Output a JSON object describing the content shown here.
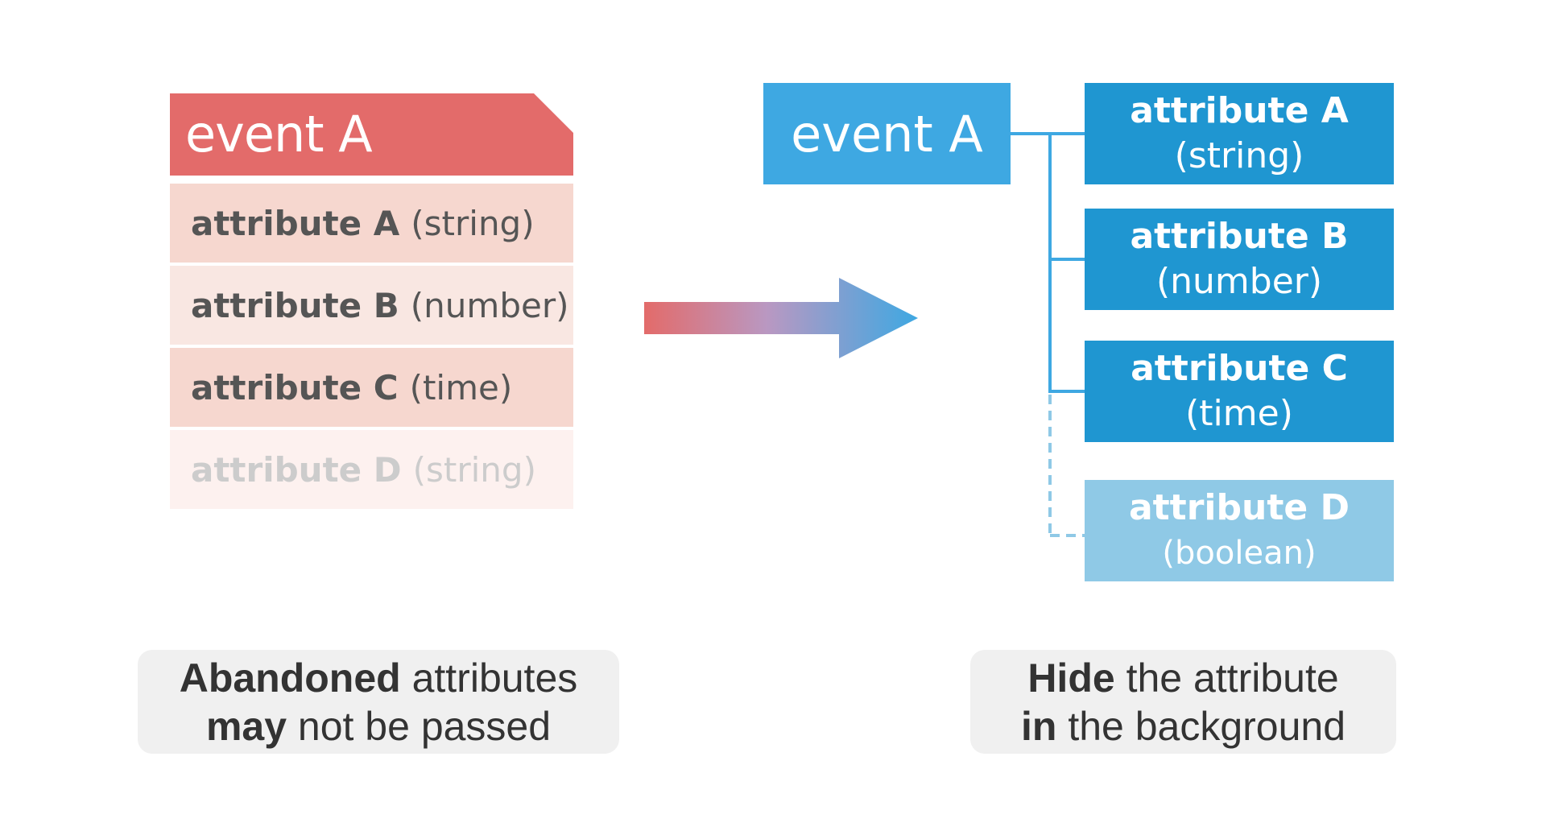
{
  "left": {
    "event_label": "event A",
    "rows": [
      {
        "name": "attribute A",
        "type": "(string)"
      },
      {
        "name": "attribute B",
        "type": "(number)"
      },
      {
        "name": "attribute C",
        "type": "(time)"
      },
      {
        "name": "attribute D",
        "type": "(string)"
      }
    ],
    "caption": {
      "line1_bold": "Abandoned",
      "line1_rest": " attributes",
      "line2_bold": "may",
      "line2_rest": " not be passed"
    }
  },
  "right": {
    "event_label": "event A",
    "attributes": [
      {
        "name": "attribute A",
        "type": "(string)"
      },
      {
        "name": "attribute B",
        "type": "(number)"
      },
      {
        "name": "attribute C",
        "type": "(time)"
      },
      {
        "name": "attribute D",
        "type": "(boolean)"
      }
    ],
    "caption": {
      "line1_bold": "Hide",
      "line1_rest": " the attribute",
      "line2_bold": "in",
      "line2_rest": " the background"
    }
  },
  "colors": {
    "left_header": "#e36b6a",
    "left_row_dark": "#f6d7cf",
    "left_row_light": "#f9e7e2",
    "left_row_faded": "#fdf1ef",
    "right_event": "#3ea8e2",
    "right_attr": "#1f96d1",
    "right_attr_faded": "#8fc9e6",
    "caption_bg": "#f0f0f0"
  }
}
